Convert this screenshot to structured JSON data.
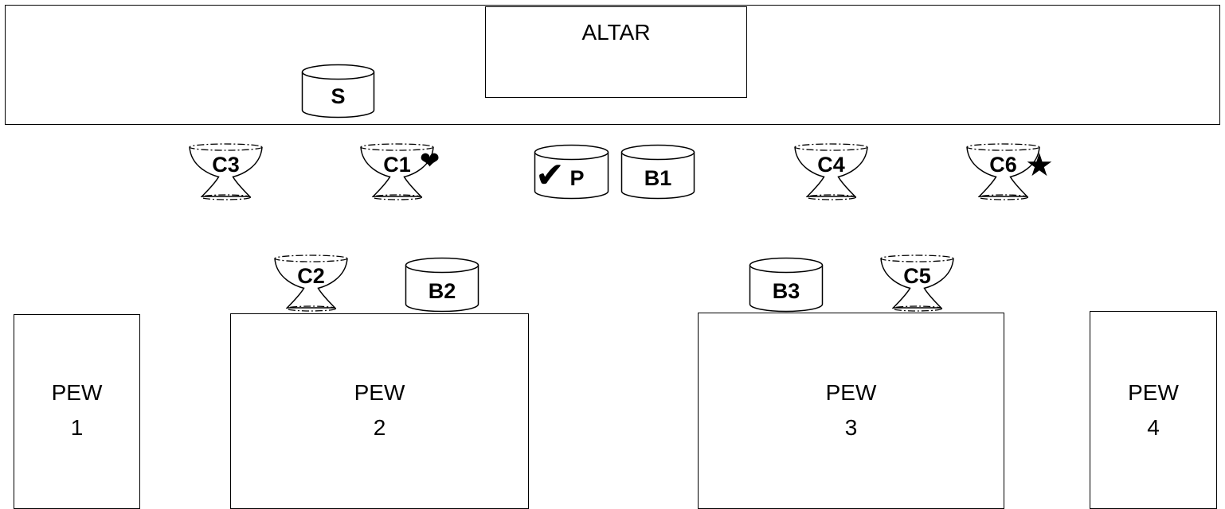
{
  "altar_area": {
    "label": "ALTAR"
  },
  "pews": [
    {
      "label_line1": "PEW",
      "label_line2": "1"
    },
    {
      "label_line1": "PEW",
      "label_line2": "2"
    },
    {
      "label_line1": "PEW",
      "label_line2": "3"
    },
    {
      "label_line1": "PEW",
      "label_line2": "4"
    }
  ],
  "stations": {
    "s": {
      "label": "S",
      "shape": "cylinder"
    },
    "p": {
      "label": "P",
      "shape": "cylinder",
      "marker": "✔"
    },
    "b1": {
      "label": "B1",
      "shape": "cylinder"
    },
    "b2": {
      "label": "B2",
      "shape": "cylinder"
    },
    "b3": {
      "label": "B3",
      "shape": "cylinder"
    },
    "c1": {
      "label": "C1",
      "shape": "chalice",
      "marker": "❤"
    },
    "c2": {
      "label": "C2",
      "shape": "chalice"
    },
    "c3": {
      "label": "C3",
      "shape": "chalice"
    },
    "c4": {
      "label": "C4",
      "shape": "chalice"
    },
    "c5": {
      "label": "C5",
      "shape": "chalice"
    },
    "c6": {
      "label": "C6",
      "shape": "chalice",
      "marker": "★"
    }
  },
  "marker_icons": {
    "check": "check-icon",
    "heart": "heart-icon",
    "star": "star-icon"
  }
}
